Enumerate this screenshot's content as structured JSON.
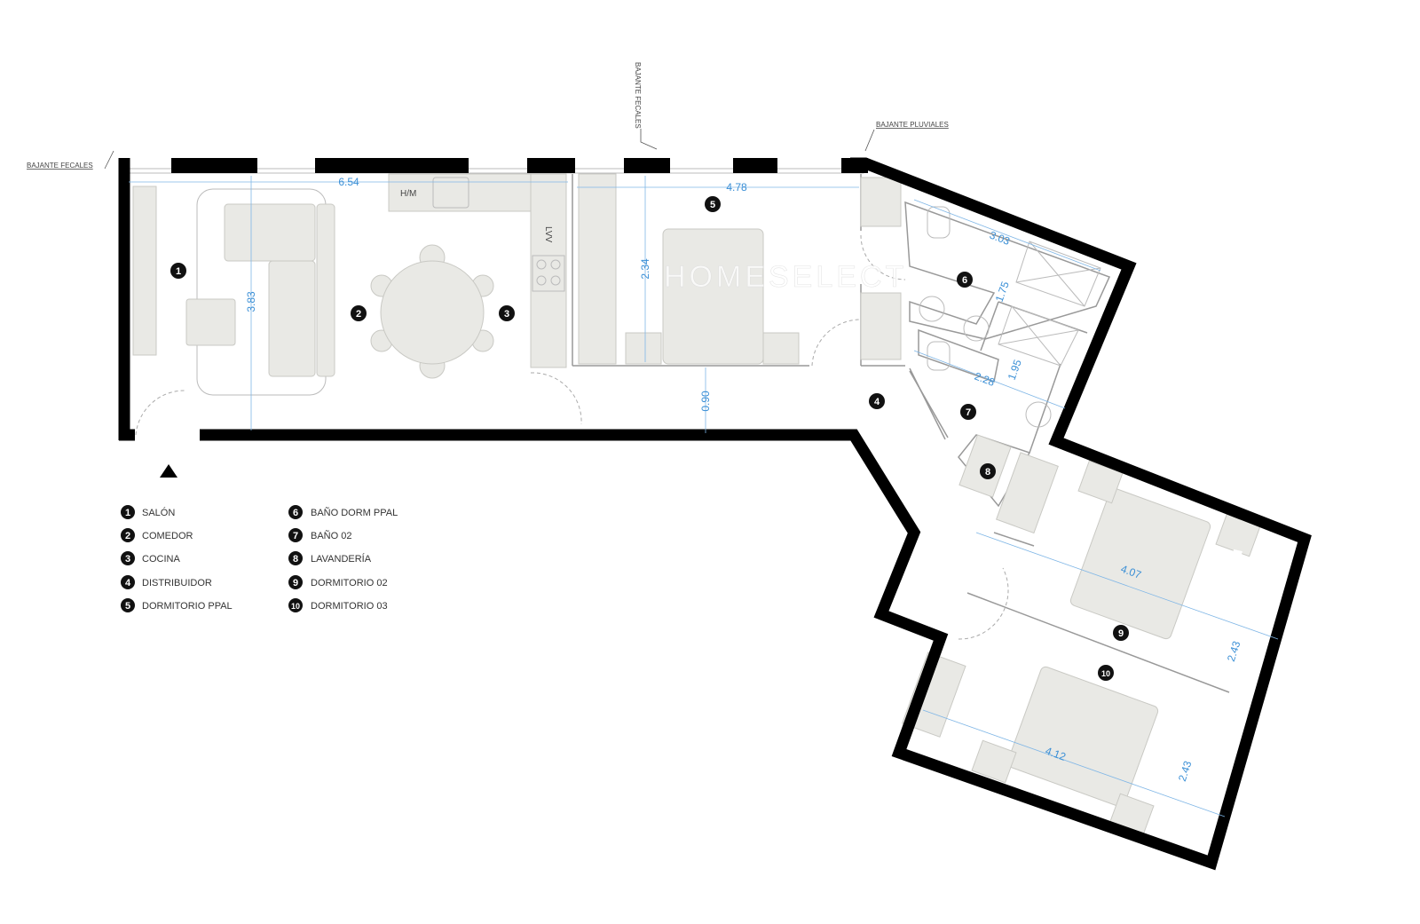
{
  "annotations": {
    "bajante_fecales_left": "BAJANTE FECALES",
    "bajante_fecales_top": "BAJANTE FECALES",
    "bajante_pluviales": "BAJANTE PLUVIALES",
    "hm": "H/M",
    "lvv": "LVV",
    "watermark": "HOMESELECT"
  },
  "dimensions": {
    "salon_width": "6.54",
    "dorm_ppal_width": "4.78",
    "salon_depth": "3.83",
    "dorm_ppal_depth": "2.34",
    "corridor": "0.90",
    "bano_ppal_length": "3.03",
    "bano_ppal_depth": "1.75",
    "bano02_length": "2.28",
    "bano02_depth": "1.95",
    "dorm02_length": "4.07",
    "dorm02_depth": "2.43",
    "dorm03_length": "4.12",
    "dorm03_depth": "2.43"
  },
  "rooms": [
    {
      "num": "1",
      "name": "SALÓN"
    },
    {
      "num": "2",
      "name": "COMEDOR"
    },
    {
      "num": "3",
      "name": "COCINA"
    },
    {
      "num": "4",
      "name": "DISTRIBUIDOR"
    },
    {
      "num": "5",
      "name": "DORMITORIO PPAL"
    },
    {
      "num": "6",
      "name": "BAÑO DORM PPAL"
    },
    {
      "num": "7",
      "name": "BAÑO 02"
    },
    {
      "num": "8",
      "name": "LAVANDERÍA"
    },
    {
      "num": "9",
      "name": "DORMITORIO 02"
    },
    {
      "num": "10",
      "name": "DORMITORIO 03"
    }
  ],
  "colors": {
    "wall": "#000000",
    "dimension": "#3a8fd6",
    "furniture": "#e9e9e5"
  }
}
